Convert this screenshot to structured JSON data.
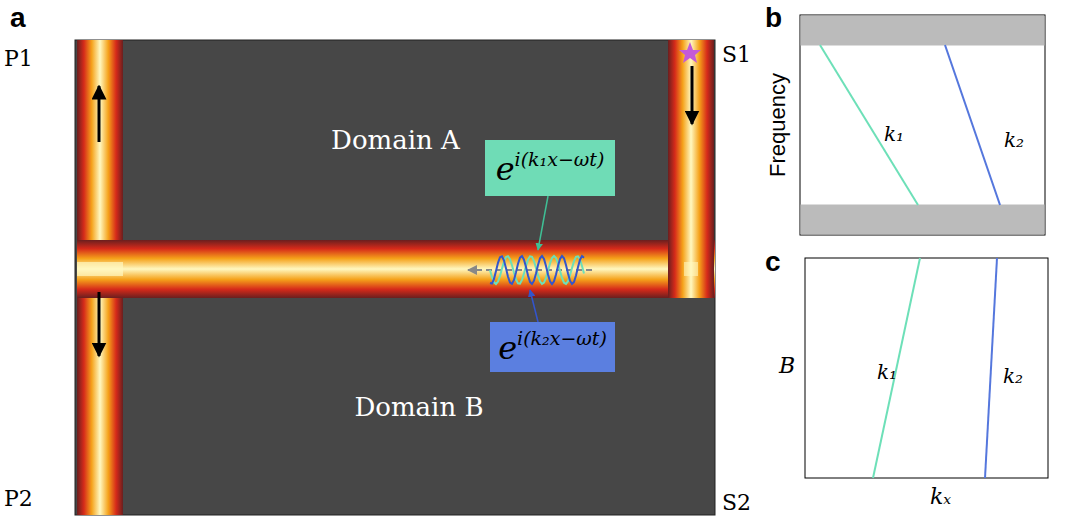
{
  "diagram": {
    "nodes": [
      {
        "text": [
          "Domain A"
        ]
      },
      {
        "text": [
          "Domain B"
        ]
      },
      {
        "text": [
          "e",
          "i(k₁x−ωt)"
        ]
      },
      {
        "text": [
          "e",
          "i(k₂x−ωt)"
        ]
      }
    ],
    "labels": [
      "a",
      "P1",
      "P2",
      "S1",
      "S2",
      "b",
      "Frequency",
      "k₁",
      "k₂",
      "c",
      "B",
      "k₁",
      "k₂",
      "kₓ"
    ]
  }
}
